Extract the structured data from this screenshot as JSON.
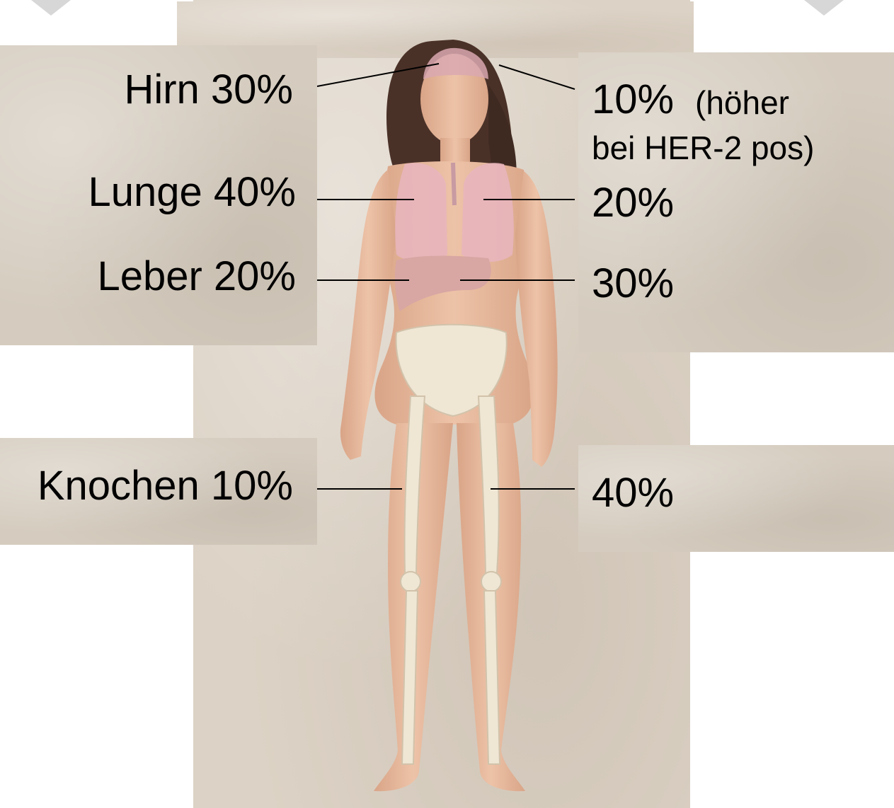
{
  "left_labels": {
    "brain": "Hirn 30%",
    "lung": "Lunge 40%",
    "liver": "Leber 20%",
    "bone": "Knochen 10%"
  },
  "right_labels": {
    "brain_pct": "10%",
    "brain_note_1": "(höher",
    "brain_note_2": "bei HER-2 pos)",
    "lung": "20%",
    "liver": "30%",
    "bone": "40%"
  },
  "colors": {
    "panel": "#dcd2c5",
    "skin": "#e7b89c",
    "lung": "#e8b5bd",
    "liver": "#d8a6a3",
    "bone": "#efe6d4",
    "hair": "#4a3128",
    "leader_line": "#000000"
  }
}
